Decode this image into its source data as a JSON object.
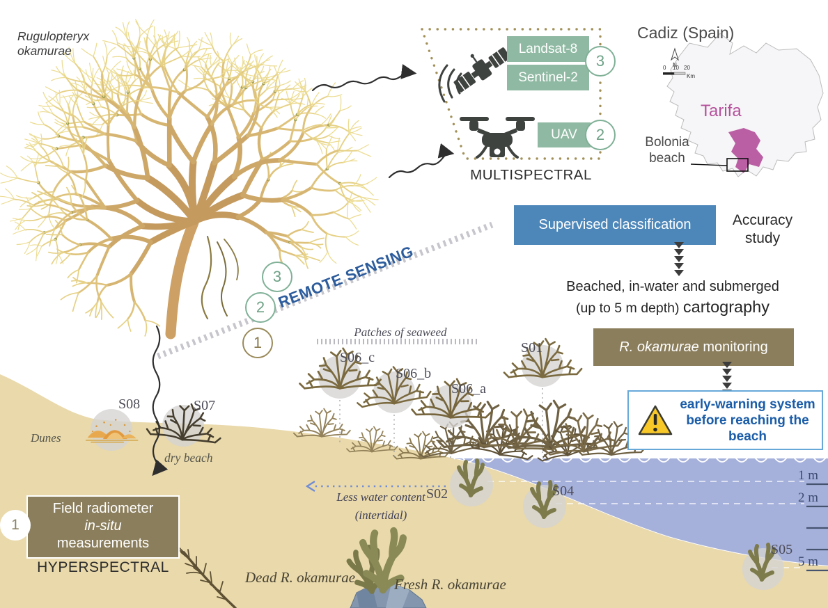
{
  "colors": {
    "accent_blue": "#4d87b9",
    "accent_olive": "#8b7e5c",
    "accent_green": "#8fb9a2",
    "warning_text_blue": "#1a5ca8",
    "warning_border_blue": "#66a9d9",
    "magenta": "#b5519c",
    "water": "#9aa6d6",
    "sand": "#e9d9ab",
    "remote_sensing_blue": "#2c5c9c"
  },
  "species": {
    "line1": "Rugulopteryx",
    "line2": "okamurae"
  },
  "multispectral": {
    "caption": "MULTISPECTRAL",
    "landsat": "Landsat-8",
    "sentinel": "Sentinel-2",
    "uav": "UAV",
    "sat_step": "3",
    "uav_step": "2"
  },
  "map": {
    "title": "Cadiz (Spain)",
    "region": "Tarifa",
    "site_line1": "Bolonia",
    "site_line2": "beach",
    "north": "N",
    "scale_0": "0",
    "scale_10": "10",
    "scale_20": "20",
    "scale_unit": "Km"
  },
  "workflow": {
    "classification": "Supervised classification",
    "accuracy_line1": "Accuracy",
    "accuracy_line2": "study",
    "carto_line1": "Beached, in-water and submerged",
    "carto_prefix": "(up to 5 m depth) ",
    "carto_word": "cartography",
    "monitoring_species": "R. okamurae",
    "monitoring_rest": " monitoring",
    "warning_line1": "early-warning system",
    "warning_line2": "before reaching the",
    "warning_line3": "beach"
  },
  "remote_sensing": {
    "label": "REMOTE SENSING",
    "step3": "3",
    "step2": "2",
    "step1": "1"
  },
  "field": {
    "line1": "Field radiometer",
    "line2": "in-situ",
    "line3": "measurements",
    "step": "1",
    "caption": "HYPERSPECTRAL"
  },
  "scene": {
    "patches": "Patches of seaweed",
    "dunes": "Dunes",
    "dry_beach": "dry beach",
    "less_water_line1": "Less water content",
    "less_water_line2": "(intertidal)",
    "dead": "Dead R. okamurae",
    "fresh": "Fresh R. okamurae"
  },
  "stations": {
    "s01": "S01",
    "s02": "S02",
    "s04": "S04",
    "s05": "S05",
    "s06a": "S06_a",
    "s06b": "S06_b",
    "s06c": "S06_c",
    "s07": "S07",
    "s08": "S08"
  },
  "depths": {
    "d1": "1 m",
    "d2": "2 m",
    "d5": "5 m"
  }
}
